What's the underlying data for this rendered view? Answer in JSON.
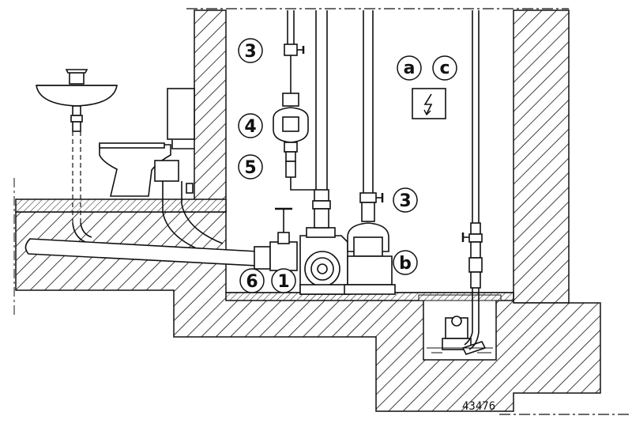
{
  "markers": {
    "m3_top": "3",
    "m4": "4",
    "m5": "5",
    "m3_right": "3",
    "ma": "a",
    "mc": "c",
    "mb": "b",
    "m6": "6",
    "m1": "1"
  },
  "reference_number": "43476",
  "icons": {
    "electric": "lightning-bolt-icon"
  }
}
